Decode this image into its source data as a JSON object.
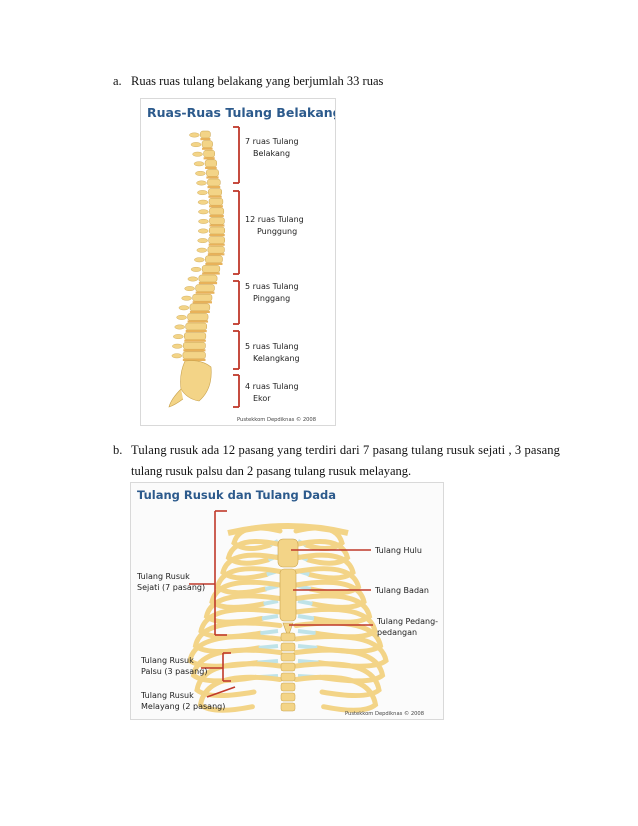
{
  "items": [
    {
      "marker": "a.",
      "text": "Ruas ruas tulang belakang yang berjumlah 33 ruas"
    },
    {
      "marker": "b.",
      "text": "Tulang rusuk ada 12 pasang yang terdiri dari 7 pasang tulang rusuk sejati , 3 pasang",
      "text2": "tulang rusuk palsu dan 2 pasang tulang rusuk melayang."
    }
  ],
  "spine_figure": {
    "title": "Ruas-Ruas Tulang Belakang",
    "labels": [
      [
        "7 ruas Tulang",
        "Belakang"
      ],
      [
        "12 ruas Tulang",
        "Punggung"
      ],
      [
        "5 ruas Tulang",
        "Pinggang"
      ],
      [
        "5 ruas Tulang",
        "Kelangkang"
      ],
      [
        "4 ruas Tulang",
        "Ekor"
      ]
    ],
    "credit": "Pustekkom Depdiknas © 2008",
    "colors": {
      "accent": "#c0392b",
      "bone": "#f3d487",
      "disc": "#e8b25a",
      "title": "#2c5a8c"
    }
  },
  "rib_figure": {
    "title": "Tulang Rusuk dan Tulang Dada",
    "labels_left": [
      [
        "Tulang Rusuk",
        "Sejati (7 pasang)"
      ],
      [
        "Tulang Rusuk",
        "Palsu (3 pasang)"
      ],
      [
        "Tulang Rusuk",
        "Melayang (2 pasang)"
      ]
    ],
    "labels_right": [
      [
        "Tulang Hulu"
      ],
      [
        "Tulang Badan"
      ],
      [
        "Tulang Pedang-",
        "pedangan"
      ]
    ],
    "credit": "Pustekkom Depdiknas © 2008",
    "colors": {
      "accent": "#c0392b",
      "bone": "#f3d487",
      "cartilage": "#bfe3e8",
      "title": "#2c5a8c"
    }
  }
}
